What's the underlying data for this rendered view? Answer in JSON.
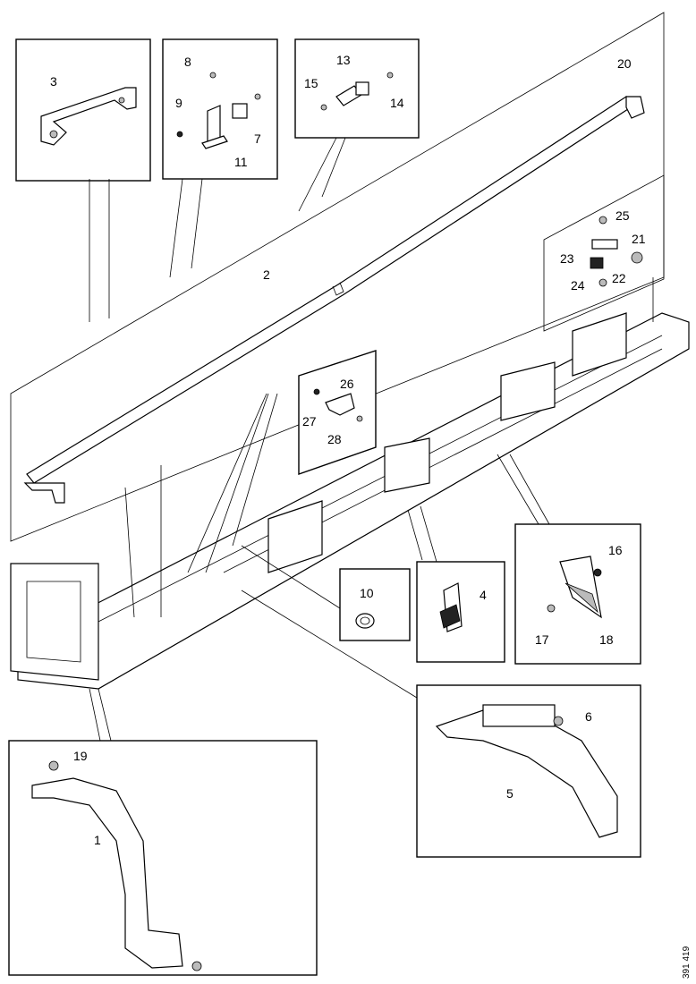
{
  "diagram": {
    "callouts": {
      "c1": "1",
      "c2": "2",
      "c3": "3",
      "c4": "4",
      "c5": "5",
      "c6": "6",
      "c7": "7",
      "c8": "8",
      "c9": "9",
      "c10": "10",
      "c11": "11",
      "c13": "13",
      "c14": "14",
      "c15": "15",
      "c16": "16",
      "c17": "17",
      "c18": "18",
      "c19": "19",
      "c20": "20",
      "c21": "21",
      "c22": "22",
      "c23": "23",
      "c24": "24",
      "c25": "25",
      "c26": "26",
      "c27": "27",
      "c28": "28"
    },
    "reference_number": "391 419"
  }
}
